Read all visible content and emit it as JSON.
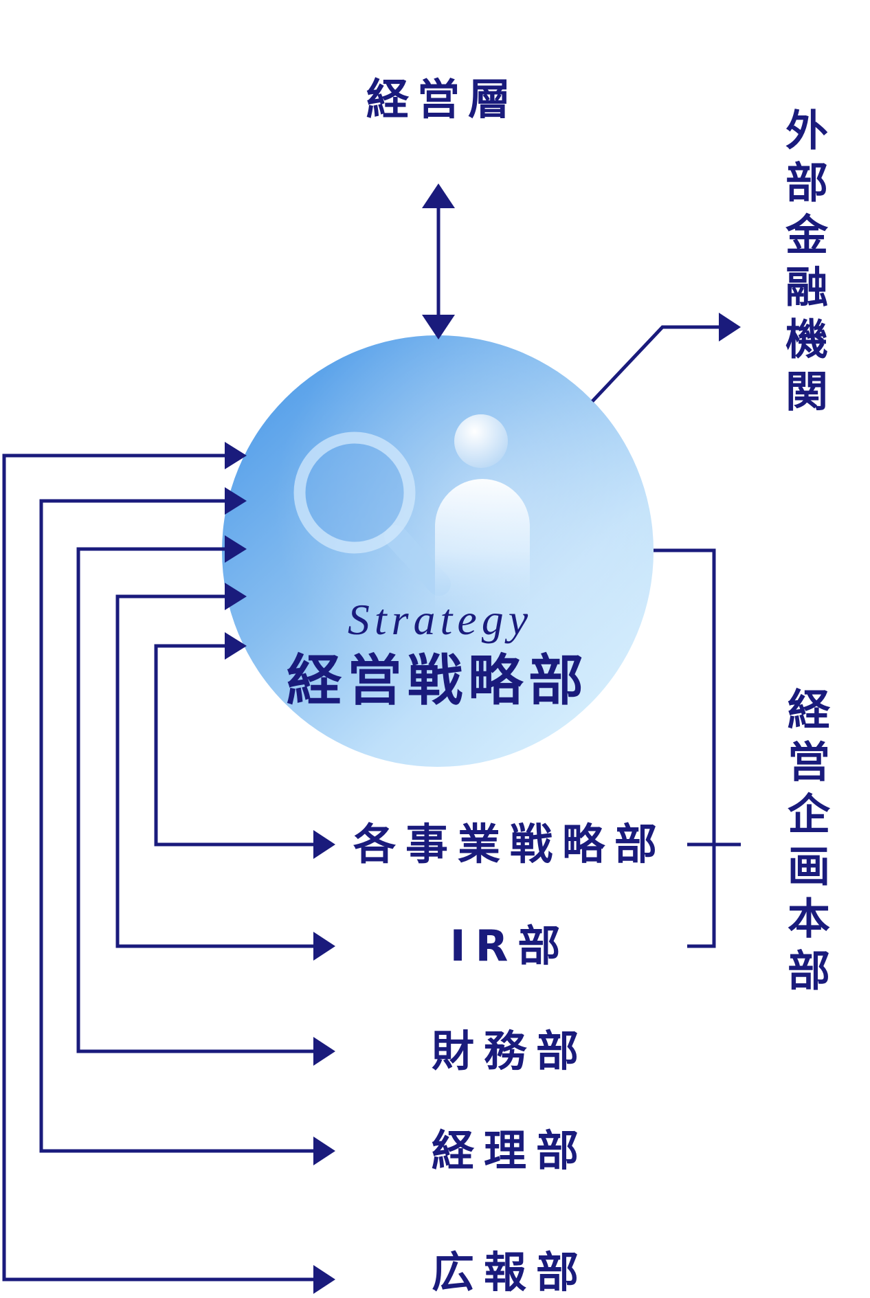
{
  "diagram": {
    "top_node": {
      "label": "経営層"
    },
    "center_node": {
      "subtitle": "Strategy",
      "label": "経営戦略部",
      "icons": [
        "magnifier-icon",
        "person-icon"
      ]
    },
    "external_node": {
      "label": "外部金融機関"
    },
    "planning_group": {
      "label": "経営企画本部"
    },
    "departments": [
      {
        "label": "各事業戦略部"
      },
      {
        "label": "IR部"
      },
      {
        "label": "財務部"
      },
      {
        "label": "経理部"
      },
      {
        "label": "広報部"
      }
    ]
  },
  "colors": {
    "line": "#1a1b7c",
    "text": "#1a1b7c",
    "circle_dark": "#5aa2ea",
    "circle_light": "#d8effd",
    "background": "#ffffff"
  }
}
